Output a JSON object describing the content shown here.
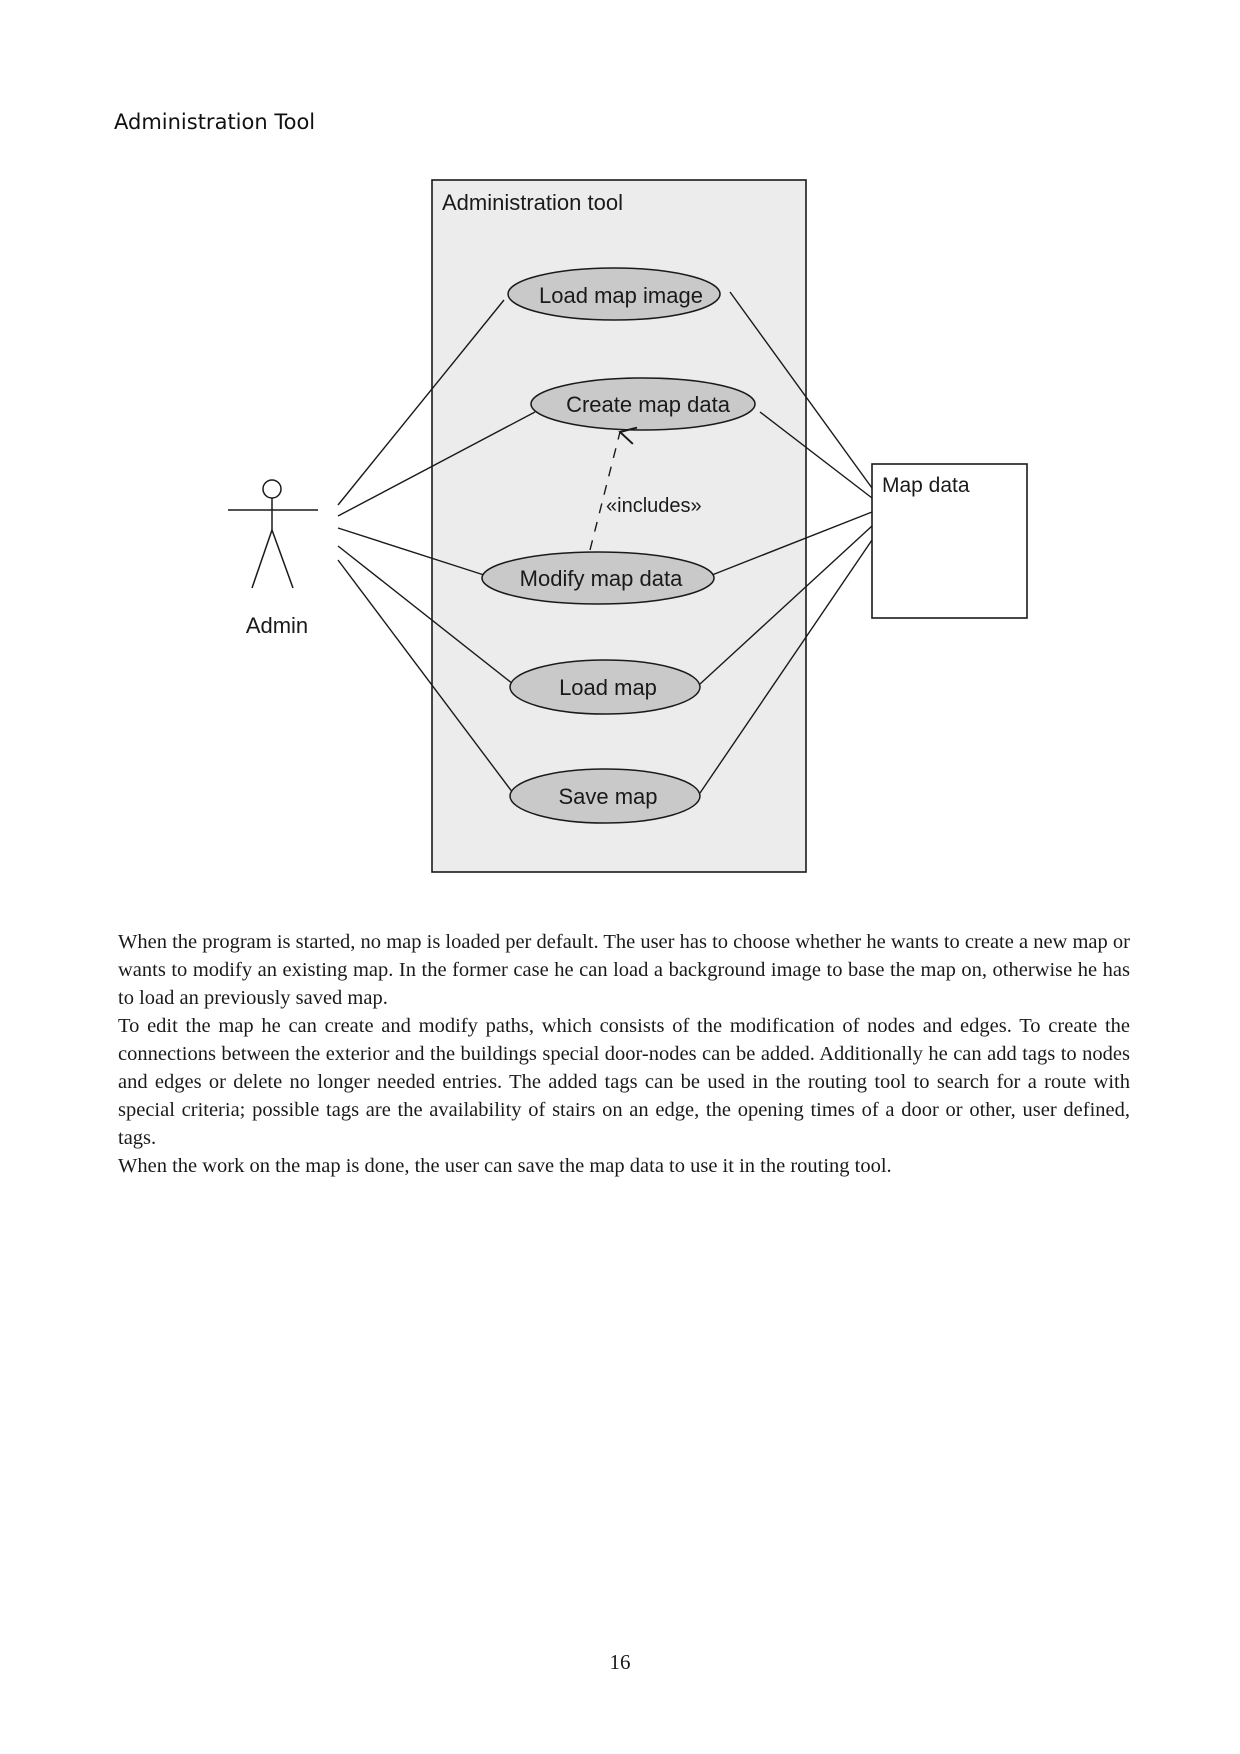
{
  "page": {
    "section_heading": "Administration Tool",
    "page_number": "16"
  },
  "diagram": {
    "system_boundary_label": "Administration tool",
    "actor_label": "Admin",
    "external_box_label": "Map data",
    "use_cases": [
      {
        "label": "Load map image"
      },
      {
        "label": "Create map data"
      },
      {
        "label": "Modify map data"
      },
      {
        "label": "Load map"
      },
      {
        "label": "Save map"
      }
    ],
    "include_relation_label": "«includes»",
    "colors": {
      "boundary_fill": "#ececec",
      "use_case_fill": "#c9c9c9",
      "line": "#1a1a1a"
    }
  },
  "body": {
    "paragraphs": [
      "When the program is started, no map is loaded per default. The user has to choose whether he wants to create a new map or wants to modify an existing map. In the former case he can load a background image to base the map on, otherwise he has to load an previously saved map.",
      "To edit the map he can create and modify paths, which consists of the modification of nodes and edges. To create the connections between the exterior and the buildings special door-nodes can be added. Additionally he can add tags to nodes and edges or delete no longer needed entries. The added tags can be used in the routing tool to search for a route with special criteria; possible tags are the availability of stairs on an edge, the opening times of a door or other, user defined, tags.",
      "When the work on the map is done, the user can save the map data to use it in the routing tool."
    ]
  }
}
